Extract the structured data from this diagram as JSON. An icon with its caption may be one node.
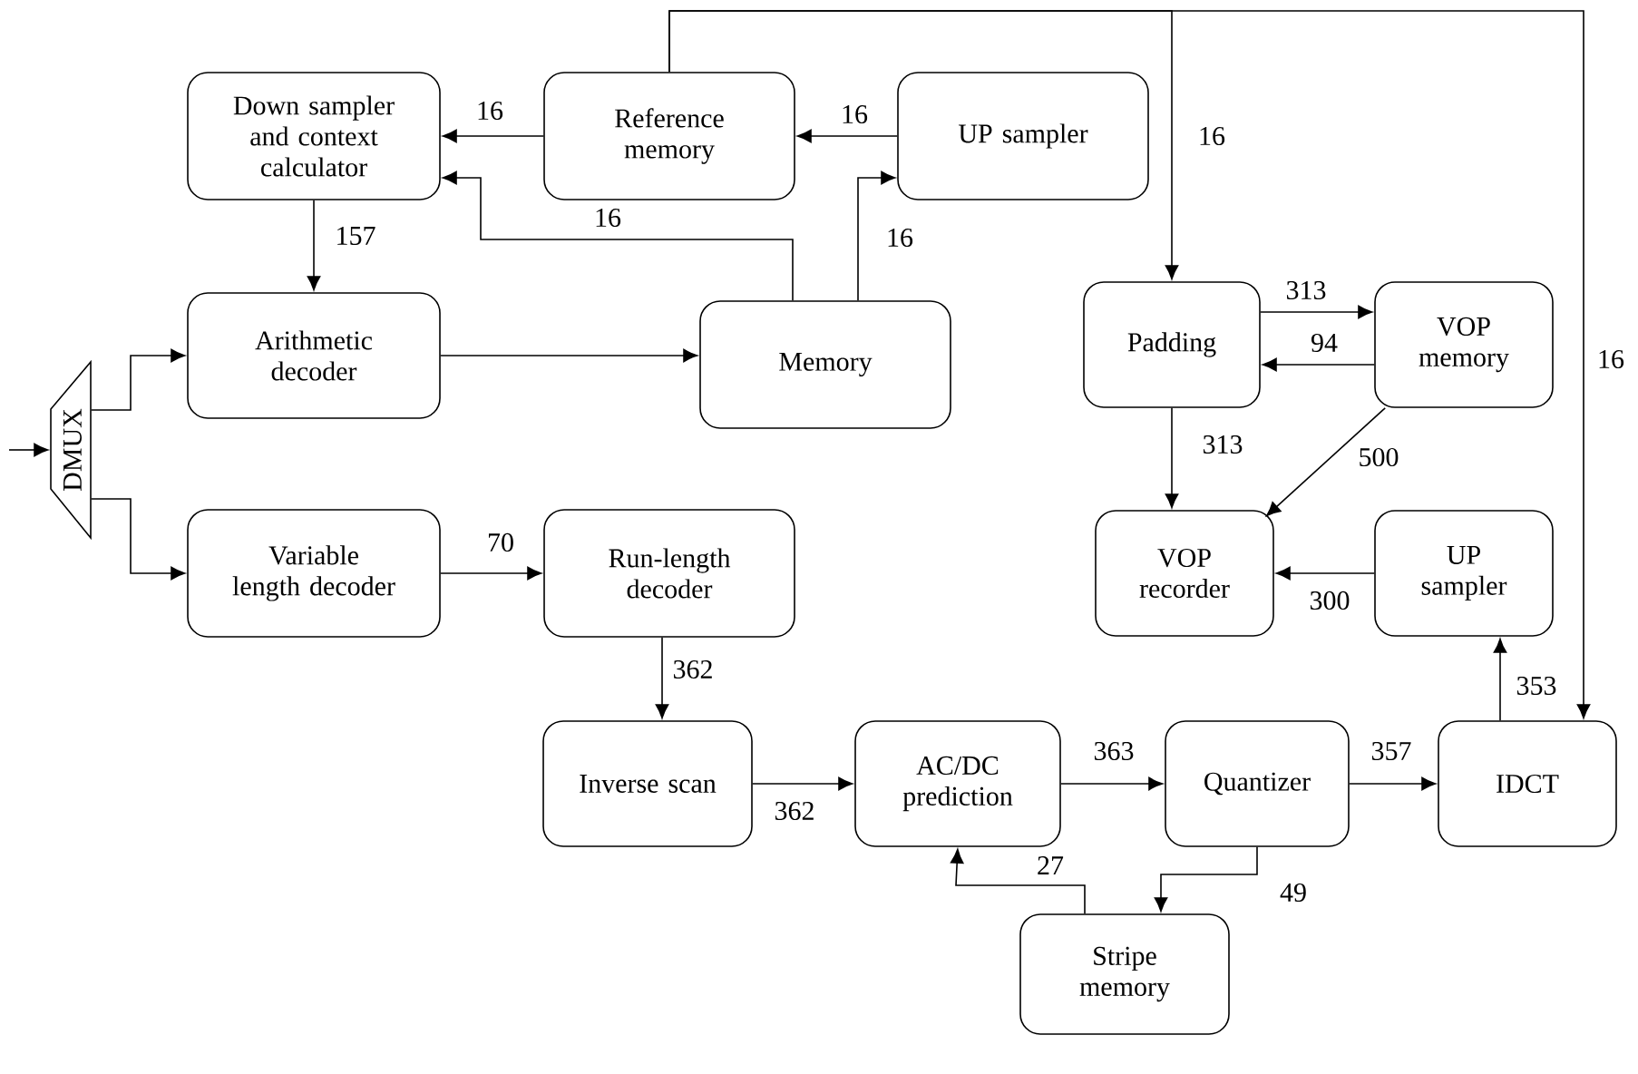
{
  "diagram": {
    "nodes": [
      {
        "text": [
          "Down sampler and context calculator"
        ]
      },
      {
        "text": [
          "Reference memory"
        ]
      },
      {
        "text": [
          "UP sampler"
        ]
      },
      {
        "text": [
          "DMUX"
        ]
      },
      {
        "text": [
          "Arithmetic decoder"
        ]
      },
      {
        "text": [
          "Memory"
        ]
      },
      {
        "text": [
          "Padding"
        ]
      },
      {
        "text": [
          "VOP memory"
        ]
      },
      {
        "text": [
          "VOP recorder"
        ]
      },
      {
        "text": [
          "UP sampler"
        ]
      },
      {
        "text": [
          "Variable length decoder"
        ]
      },
      {
        "text": [
          "Run-length decoder"
        ]
      },
      {
        "text": [
          "Inverse scan"
        ]
      },
      {
        "text": [
          "AC/DC prediction"
        ]
      },
      {
        "text": [
          "Quantizer"
        ]
      },
      {
        "text": [
          "IDCT"
        ]
      },
      {
        "text": [
          "Stripe memory"
        ]
      }
    ],
    "edges": [
      {
        "from": null,
        "to": 3,
        "arrow": "to"
      },
      {
        "from": 3,
        "to": 4,
        "arrow": "to"
      },
      {
        "from": 3,
        "to": 10,
        "arrow": "to"
      },
      {
        "from": 1,
        "to": 0,
        "arrow": "to",
        "label": "16"
      },
      {
        "from": 2,
        "to": 1,
        "arrow": "to",
        "label": "16"
      },
      {
        "from": 0,
        "to": 4,
        "arrow": "to",
        "label": "157"
      },
      {
        "from": 5,
        "to": 0,
        "arrow": "to",
        "label": "16"
      },
      {
        "from": 5,
        "to": 2,
        "arrow": "to",
        "label": "16"
      },
      {
        "from": 4,
        "to": 5,
        "arrow": "to"
      },
      {
        "from": 1,
        "to": 6,
        "arrow": "to",
        "label": "16"
      },
      {
        "from": 1,
        "to": 15,
        "arrow": "to",
        "label": "16"
      },
      {
        "from": 6,
        "to": 7,
        "arrow": "to",
        "label": "313"
      },
      {
        "from": 7,
        "to": 6,
        "arrow": "to",
        "label": "94"
      },
      {
        "from": 6,
        "to": 8,
        "arrow": "to",
        "label": "313"
      },
      {
        "from": 7,
        "to": 8,
        "arrow": "to",
        "label": "500"
      },
      {
        "from": 9,
        "to": 8,
        "arrow": "to",
        "label": "300"
      },
      {
        "from": 15,
        "to": 9,
        "arrow": "to",
        "label": "353"
      },
      {
        "from": 10,
        "to": 11,
        "arrow": "to",
        "label": "70"
      },
      {
        "from": 11,
        "to": 12,
        "arrow": "to",
        "label": "362"
      },
      {
        "from": 12,
        "to": 13,
        "arrow": "to",
        "label": "362"
      },
      {
        "from": 13,
        "to": 14,
        "arrow": "to",
        "label": "363"
      },
      {
        "from": 14,
        "to": 15,
        "arrow": "to",
        "label": "357"
      },
      {
        "from": 14,
        "to": 16,
        "arrow": "to",
        "label": "49"
      },
      {
        "from": 16,
        "to": 13,
        "arrow": "to",
        "label": "27"
      }
    ]
  }
}
